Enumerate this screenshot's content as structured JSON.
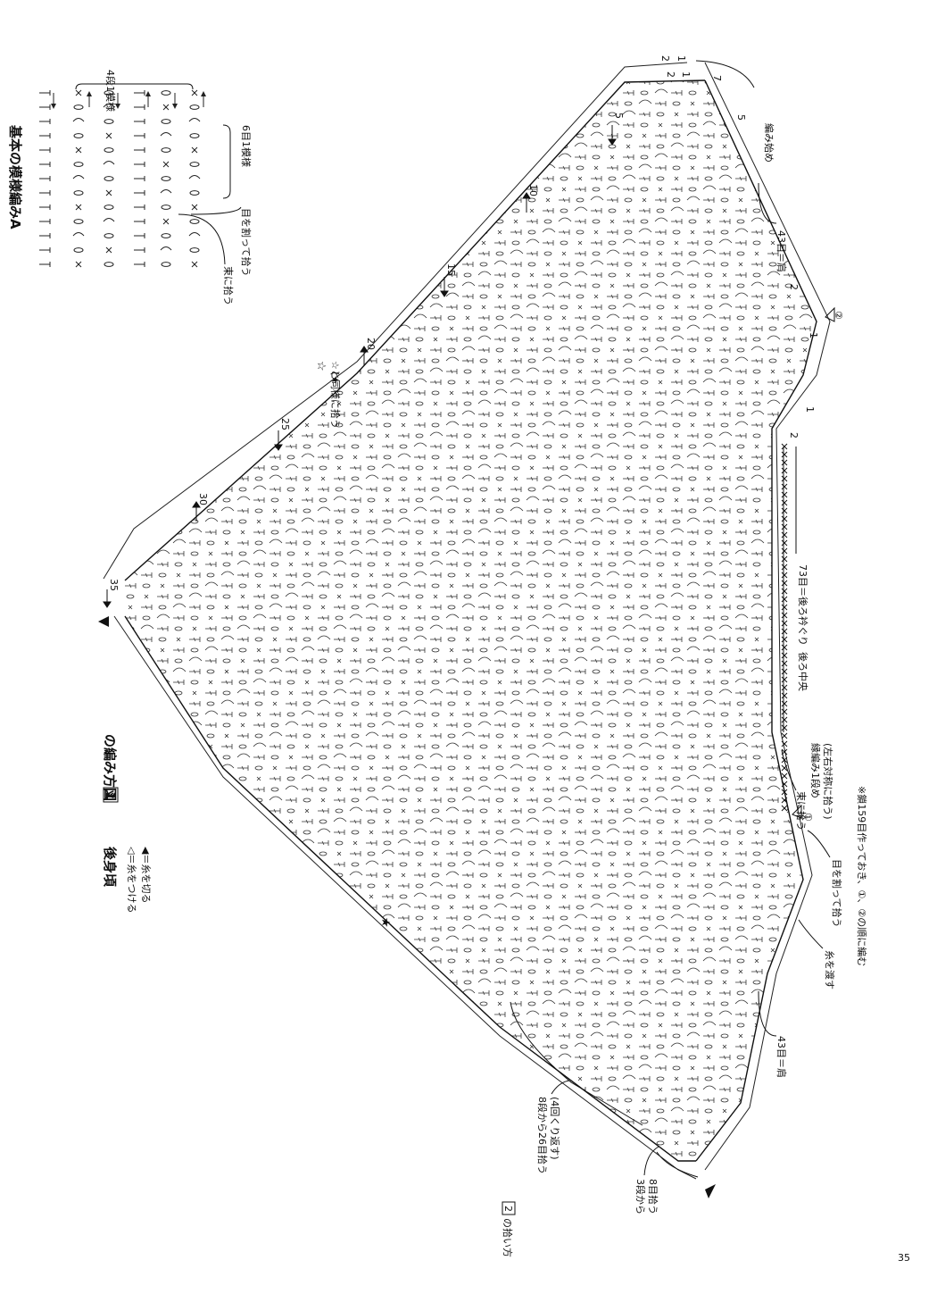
{
  "page_number": "35",
  "chart_a": {
    "title": "基本の模様編みA",
    "label_bundle": "束に拾う",
    "label_split": "目を割って拾う",
    "label_repeat": "6目1模様",
    "label_rows": "4段1模様"
  },
  "main": {
    "title_prefix": "後身頃",
    "title_box": "1",
    "title_suffix": "の編み方図",
    "legend_attach": "◁＝糸をつける",
    "legend_cut": "◀＝糸を切る",
    "start_label": "編み始め",
    "shoulder_right": "43目＝肩",
    "shoulder_left": "43目＝肩",
    "back_neck": "73目＝後ろ衿ぐり",
    "back_center": "後ろ中央",
    "edge_row": "縁編み1段め",
    "edge_row_note": "(左右対称に拾う)",
    "star_note": "☆と同様に拾う",
    "star_note_sub": "(★",
    "bundle_pick": "束に拾う",
    "split_pick": "目を割って拾う",
    "carry_yarn": "糸を渡す",
    "chain_note": "※鎖159目作っておき、①、②の順に編む",
    "circle_1": "①",
    "circle_2": "②",
    "row_labels": [
      "1",
      "2",
      "5",
      "10",
      "15",
      "20",
      "25",
      "30",
      "35"
    ],
    "side_rows": [
      "1",
      "2",
      "5",
      "7",
      "1",
      "2",
      "1",
      "2"
    ]
  },
  "pickup": {
    "title_box": "2",
    "title_suffix": "の拾い方",
    "line1": "8段から26目拾う",
    "line2": "(4回くり返す)",
    "line3a": "3段から",
    "line3b": "8目拾う"
  }
}
